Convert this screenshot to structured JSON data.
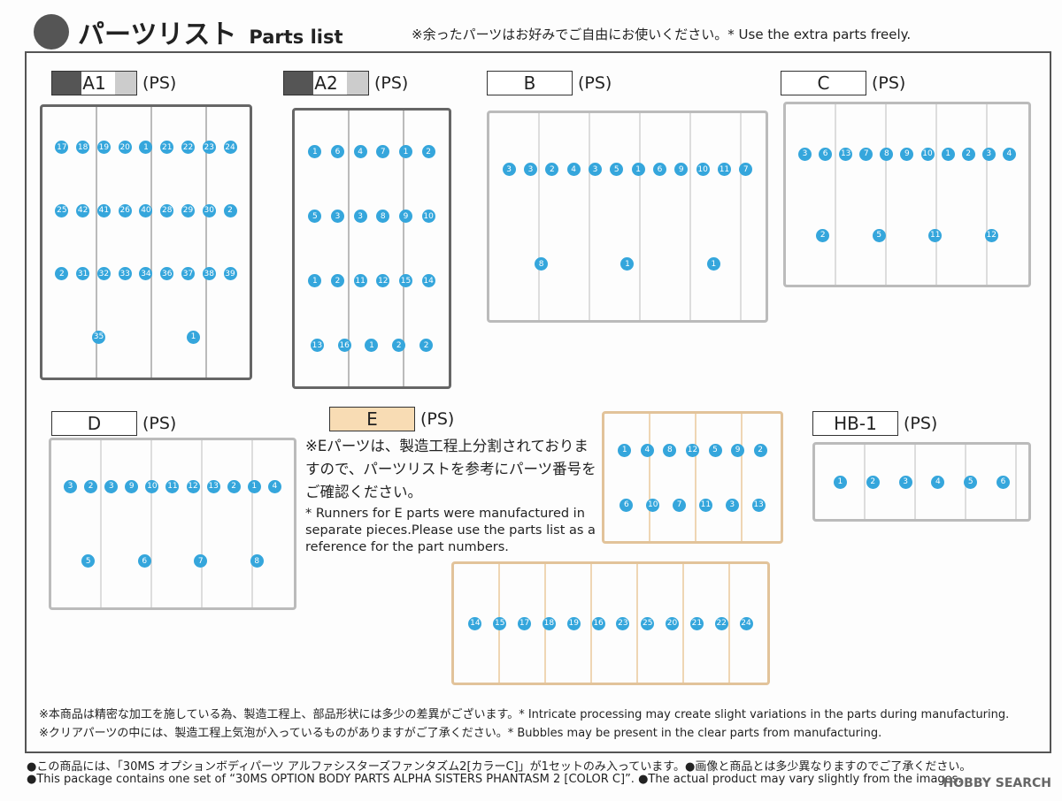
{
  "header": {
    "title_jp": "パーツリスト",
    "title_en": "Parts list",
    "note": "※余ったパーツはお好みでご自由にお使いください。* Use the extra parts freely."
  },
  "runners": [
    {
      "id": "A1",
      "material": "(PS)",
      "color": "#666666",
      "numbers": [
        "17",
        "18",
        "19",
        "20",
        "1",
        "21",
        "22",
        "23",
        "24",
        "25",
        "42",
        "41",
        "26",
        "40",
        "28",
        "29",
        "30",
        "2",
        "2",
        "31",
        "32",
        "33",
        "34",
        "36",
        "37",
        "38",
        "39",
        "35",
        "1"
      ]
    },
    {
      "id": "A2",
      "material": "(PS)",
      "color": "#666666",
      "numbers": [
        "1",
        "6",
        "4",
        "7",
        "1",
        "2",
        "5",
        "3",
        "3",
        "8",
        "9",
        "10",
        "1",
        "2",
        "11",
        "12",
        "15",
        "14",
        "13",
        "16",
        "1",
        "2",
        "2"
      ]
    },
    {
      "id": "B",
      "material": "(PS)",
      "color": "#bbbbbb",
      "numbers": [
        "3",
        "3",
        "2",
        "4",
        "3",
        "5",
        "1",
        "6",
        "9",
        "10",
        "11",
        "7",
        "8",
        "1",
        "1"
      ]
    },
    {
      "id": "C",
      "material": "(PS)",
      "color": "#bbbbbb",
      "numbers": [
        "3",
        "6",
        "13",
        "7",
        "8",
        "9",
        "10",
        "1",
        "2",
        "3",
        "4",
        "2",
        "5",
        "11",
        "12"
      ]
    },
    {
      "id": "D",
      "material": "(PS)",
      "color": "#bbbbbb",
      "numbers": [
        "3",
        "2",
        "3",
        "9",
        "10",
        "11",
        "12",
        "13",
        "2",
        "1",
        "4",
        "5",
        "6",
        "7",
        "8"
      ]
    },
    {
      "id": "E",
      "material": "(PS)",
      "color": "#f5d9b0",
      "numbers": [
        "1",
        "4",
        "8",
        "12",
        "5",
        "9",
        "2",
        "6",
        "10",
        "7",
        "11",
        "3",
        "13"
      ],
      "numbers_lower": [
        "14",
        "15",
        "17",
        "18",
        "19",
        "16",
        "23",
        "25",
        "20",
        "21",
        "22",
        "24"
      ]
    },
    {
      "id": "HB-1",
      "material": "(PS)",
      "color": "#bbbbbb",
      "numbers": [
        "1",
        "2",
        "3",
        "4",
        "5",
        "6"
      ]
    }
  ],
  "e_note": {
    "jp": "※Eパーツは、製造工程上分割されておりますので、パーツリストを参考にパーツ番号をご確認ください。",
    "en": "* Runners for E parts were manufactured in separate pieces.Please use the parts list as a reference for the part numbers."
  },
  "cautions": [
    "※本商品は精密な加工を施している為、製造工程上、部品形状には多少の差異がございます。* Intricate processing may create slight variations in the parts during manufacturing.",
    "※クリアパーツの中には、製造工程上気泡が入っているものがありますがご了承ください。* Bubbles may be present in the clear parts from manufacturing."
  ],
  "footer": [
    "●この商品には、「30MS オプションボディパーツ アルファシスターズファンタズム2[カラーC]」が1セットのみ入っています。●画像と商品とは多少異なりますのでご了承ください。",
    "●This package contains one set of “30MS OPTION BODY PARTS ALPHA SISTERS PHANTASM 2 [COLOR C]”. ●The actual product may vary slightly from the images."
  ],
  "watermark": "HOBBY SEARCH"
}
